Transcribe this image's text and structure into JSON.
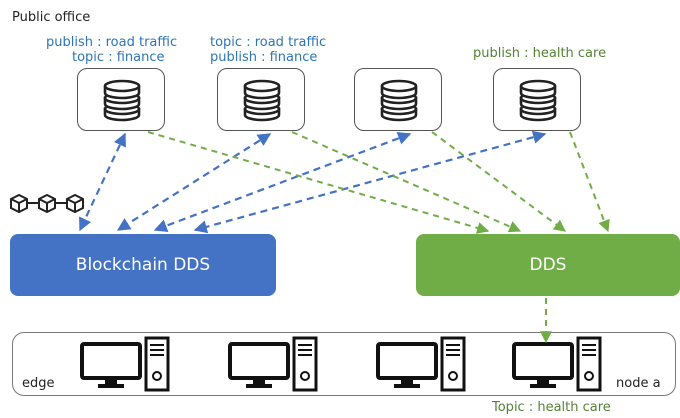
{
  "header": {
    "title": "Public office"
  },
  "labels": {
    "db1_line1": "publish : road traffic",
    "db1_line2": "topic : finance",
    "db2_line1": "topic : road traffic",
    "db2_line2": "publish : finance",
    "db4_line1": "publish : health care"
  },
  "nodes": {
    "blockchain_dds": "Blockchain DDS",
    "dds": "DDS"
  },
  "edge": {
    "left_label": "edge",
    "right_label": "node a",
    "topic_label": "Topic : health care"
  },
  "colors": {
    "blue": "#4472c4",
    "green": "#70ad47",
    "label_blue": "#2e75b6",
    "label_green": "#548235"
  },
  "icons": [
    "database-icon",
    "blockchain-icon",
    "computer-icon"
  ]
}
